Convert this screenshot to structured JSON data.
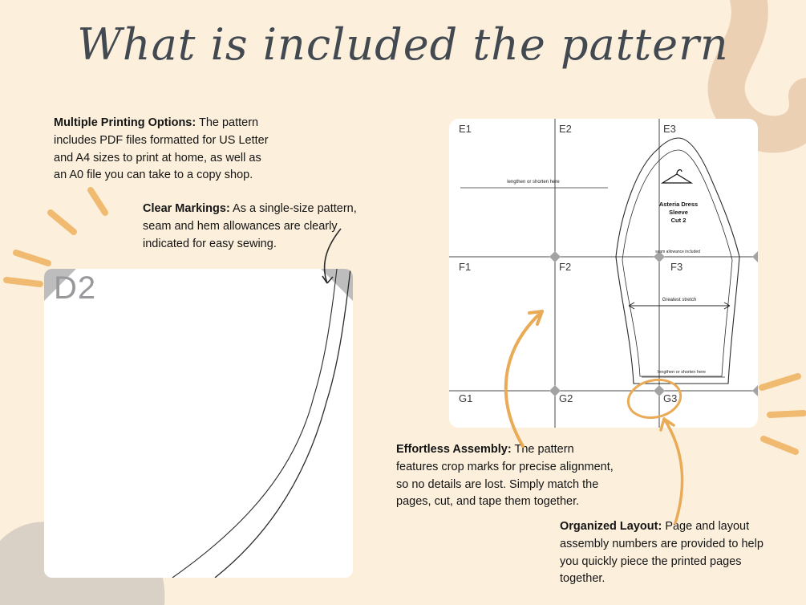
{
  "page": {
    "title": "What is included the pattern"
  },
  "features": [
    {
      "heading": "Multiple Printing Options:",
      "body": " The pattern includes PDF files formatted for US Letter and A4 sizes to print at home, as well as an A0 file you can take to a copy shop."
    },
    {
      "heading": "Clear Markings:",
      "body": " As a single-size pattern, seam and hem allowances are clearly indicated for easy sewing."
    },
    {
      "heading": "Effortless Assembly:",
      "body": " The pattern features crop marks for precise alignment, so no details are lost. Simply match the pages, cut, and tape them together."
    },
    {
      "heading": "Organized Layout:",
      "body": " Page and layout assembly numbers are provided to help you quickly piece the printed pages together."
    }
  ],
  "left_pattern_page": {
    "page_label": "D2"
  },
  "right_pattern_layout": {
    "grid_labels": [
      "E1",
      "E2",
      "E3",
      "F1",
      "F2",
      "F3",
      "G1",
      "G2",
      "G3"
    ],
    "piece": {
      "name": "Asteria Dress",
      "type": "Sleeve",
      "cut": "Cut 2",
      "note_lengthen_top": "lengthen or shorten here",
      "note_seam": "seam allowance included",
      "note_stretch": "Greatest stretch",
      "note_lengthen_bottom": "lengthen or shorten here"
    }
  },
  "colors": {
    "background": "#fcf0dd",
    "blob_tan": "#ecd0b4",
    "blob_gray": "#d9d0c6",
    "accent_orange": "#e9ab56",
    "sunburst_orange": "#f0ba71",
    "title_text": "#424950",
    "body_text": "#141414",
    "page_label_gray": "#97999c"
  }
}
